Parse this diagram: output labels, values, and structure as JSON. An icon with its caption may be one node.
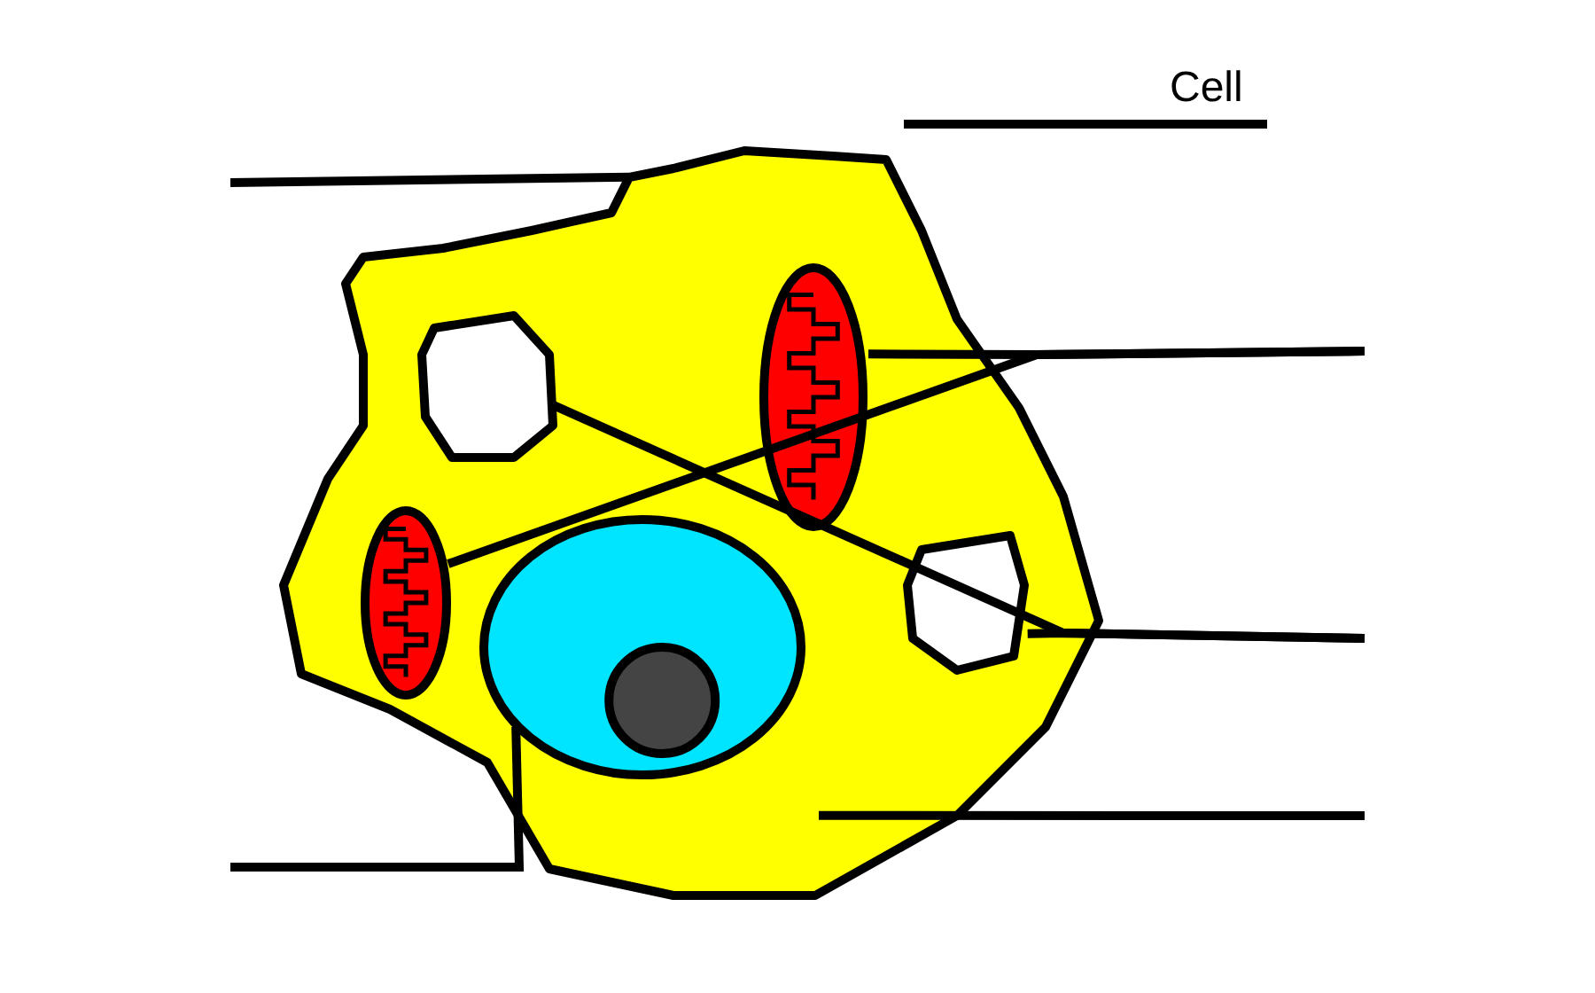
{
  "diagram": {
    "nodes": [
      {
        "text": [],
        "shape": "blob"
      },
      {
        "text": [],
        "shape": "oval",
        "in": 0
      },
      {
        "text": [],
        "shape": "blob",
        "in": 0
      },
      {
        "text": [],
        "shape": "oval",
        "in": 0
      },
      {
        "text": [],
        "shape": "oval",
        "in": 0
      },
      {
        "text": [],
        "shape": "blob",
        "in": 0
      }
    ],
    "edges": [
      {
        "from": null,
        "to": 0,
        "arrow": "none"
      },
      {
        "from": null,
        "to": 1,
        "arrow": "none"
      },
      {
        "from": null,
        "to": 3,
        "arrow": "none"
      },
      {
        "from": null,
        "to": 5,
        "arrow": "none"
      },
      {
        "from": null,
        "to": 2,
        "arrow": "none"
      },
      {
        "from": null,
        "to": 0,
        "arrow": "none"
      },
      {
        "from": null,
        "to": 4,
        "arrow": "none"
      }
    ],
    "labels": [
      "Cell"
    ]
  }
}
